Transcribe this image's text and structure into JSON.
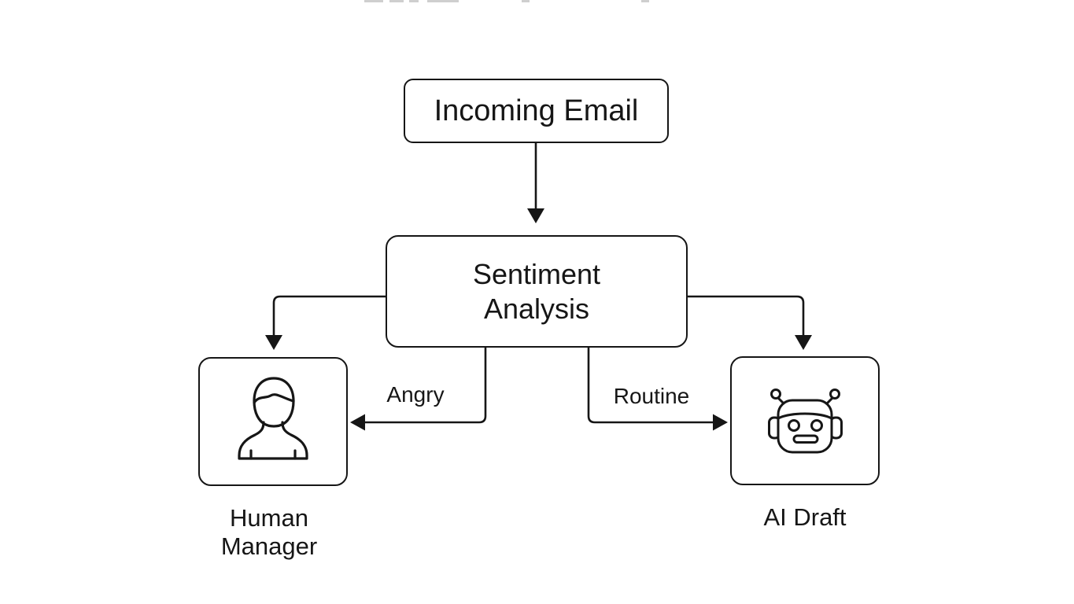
{
  "diagram": {
    "background_color": "#ffffff",
    "line_color": "#161616",
    "nodes": {
      "incoming_email": {
        "label": "Incoming Email"
      },
      "sentiment_analysis": {
        "line1": "Sentiment",
        "line2": "Analysis"
      },
      "human_manager": {
        "caption": "Human Manager",
        "icon": "person-icon"
      },
      "ai_draft": {
        "caption": "AI Draft",
        "icon": "robot-icon"
      }
    },
    "edges": [
      {
        "from": "incoming_email",
        "to": "sentiment_analysis",
        "label": ""
      },
      {
        "from": "sentiment_analysis",
        "to": "human_manager",
        "label": ""
      },
      {
        "from": "sentiment_analysis",
        "to": "ai_draft",
        "label": ""
      },
      {
        "from": "sentiment_analysis",
        "to": "human_manager",
        "label": "Angry"
      },
      {
        "from": "sentiment_analysis",
        "to": "ai_draft",
        "label": "Routine"
      }
    ]
  }
}
